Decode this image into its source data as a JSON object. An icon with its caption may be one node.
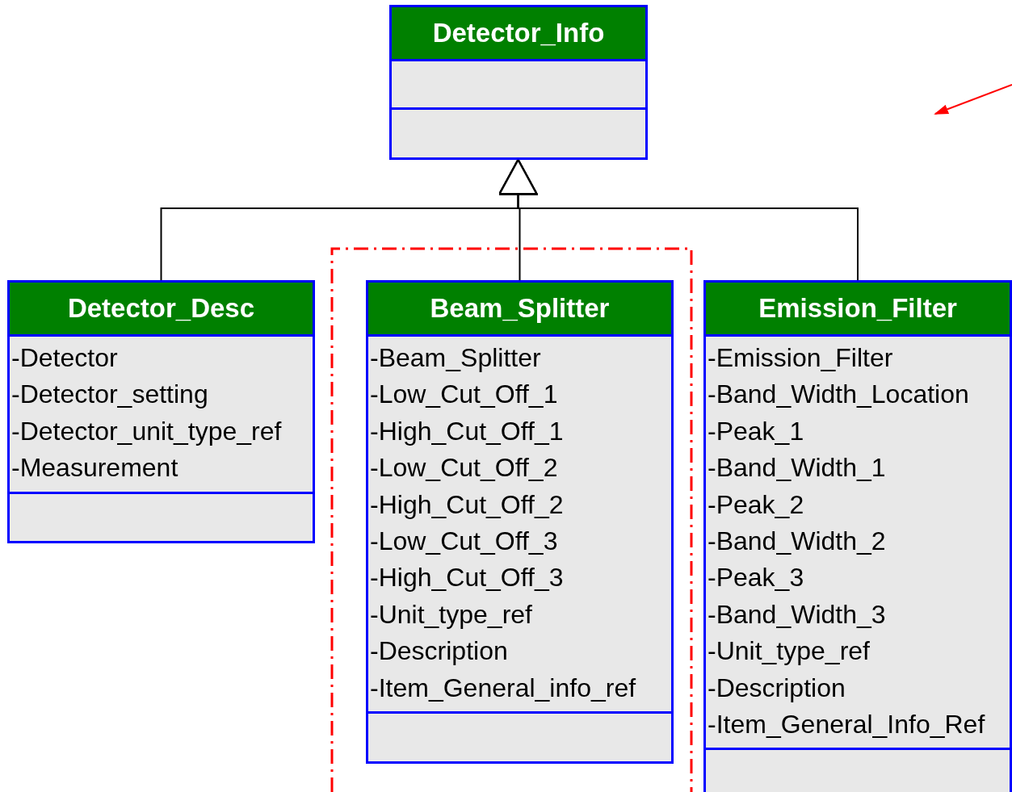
{
  "diagram": {
    "nodes": [
      {
        "text": [
          "Detector_Info"
        ]
      },
      {
        "text": [
          "Detector_Desc",
          "-Detector",
          "-Detector_setting",
          "-Detector_unit_type_ref",
          "-Measurement"
        ]
      },
      {
        "text": [
          "Beam_Splitter",
          "-Beam_Splitter",
          "-Low_Cut_Off_1",
          "-High_Cut_Off_1",
          "-Low_Cut_Off_2",
          "-High_Cut_Off_2",
          "-Low_Cut_Off_3",
          "-High_Cut_Off_3",
          "-Unit_type_ref",
          "-Description",
          "-Item_General_info_ref"
        ]
      },
      {
        "text": [
          "Emission_Filter",
          "-Emission_Filter",
          "-Band_Width_Location",
          "-Peak_1",
          "-Band_Width_1",
          "-Peak_2",
          "-Band_Width_2",
          "-Peak_3",
          "-Band_Width_3",
          "-Unit_type_ref",
          "-Description",
          "-Item_General_Info_Ref"
        ]
      }
    ],
    "edges": [
      {
        "from": 1,
        "to": 0,
        "arrow": "to"
      },
      {
        "from": 2,
        "to": 0,
        "arrow": "to"
      },
      {
        "from": 3,
        "to": 0,
        "arrow": "to"
      }
    ]
  }
}
